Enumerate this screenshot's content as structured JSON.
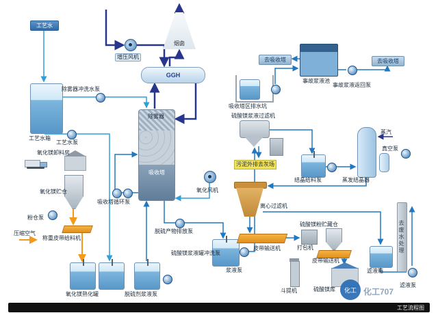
{
  "colors": {
    "gas_line": "#27368c",
    "water_line": "#2e9fd8",
    "slurry_line": "#1f78c0",
    "powder_line": "#f39a1c",
    "tag_blue": "#3a79b8",
    "highlight_yellow": "#f2e25a",
    "footer_bg": "#111111"
  },
  "tags": {
    "process_water": "工艺水",
    "to_absorber_left": "去吸收塔",
    "to_absorber_right": "去吸收塔",
    "to_wastewater": "去废水处理"
  },
  "equipment": {
    "stack": "烟囱",
    "booster_fan": "增压风机",
    "ggh": "GGH",
    "demister": "除雾器",
    "absorber": "吸收塔",
    "absorber_circ_pump": "吸收塔循环泵",
    "oxidation_fan": "氧化风机",
    "demister_flush_pump": "除雾器冲洗水泵",
    "process_water_tank": "工艺水箱",
    "process_water_pump": "工艺水泵",
    "mgo_unloading_house": "氧化镁卸料房",
    "mgo_silo": "氧化镁贮仓",
    "powder_silo_pump": "粉仓泵",
    "compressed_air": "压缩空气",
    "weighing_belt_feeder": "称重皮带给料机",
    "mgo_slaking_tank": "氧化镁熟化罐",
    "desulfurizer_slurry_pump": "脱硫剂浆液泵",
    "product_discharge_pump": "脱硫产物排放泵",
    "drain_pit": "吸收塔区排水坑",
    "emergency_pool": "事故浆液池",
    "emergency_return_pump": "事故浆液返回泵",
    "mgso4_filter": "硫酸镁浆液过滤机",
    "sludge_note": "污泥外排去灰场",
    "crystal_feed_pump": "结晶给料泵",
    "evaporative_crystallizer": "蒸发结晶器",
    "steam": "蒸汽",
    "vacuum_pump": "真空泵",
    "centrifugal_filter": "离心过滤机",
    "buffer_tank_flush_pump": "硫酸镁浆液罐冲洗泵",
    "slurry_pump": "浆液泵",
    "belt_conveyor_1": "皮带输送机",
    "baler": "打包机",
    "mgso4_powder_silo": "硫酸镁粉贮藏仓",
    "belt_conveyor_2": "皮带输送机",
    "bucket_elevator": "斗提机",
    "mgso4_warehouse": "硫酸镁库",
    "filtrate_tank": "滤液箱",
    "filtrate_pump": "滤液泵"
  },
  "footer": {
    "title": "工艺流程图"
  },
  "watermark": {
    "logo_text": "化工",
    "text": "化工707"
  }
}
